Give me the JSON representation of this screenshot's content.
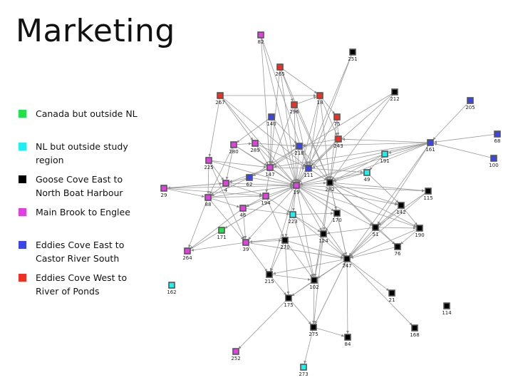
{
  "title": "Marketing",
  "legend": [
    {
      "label": "Canada but outside NL",
      "color": "#22e04a"
    },
    {
      "label": "NL but outside study region",
      "color": "#1ef0f0"
    },
    {
      "label": "Goose Cove East to North Boat Harbour",
      "color": "#000000"
    },
    {
      "label": "Main Brook to Englee",
      "color": "#e040e0"
    },
    {
      "label": "Eddies Cove East to Castor River South",
      "color": "#3a46e8"
    },
    {
      "label": "Eddies Cove West to River of Ponds",
      "color": "#f03020"
    }
  ],
  "network": {
    "nodes": [
      {
        "id": "82",
        "group": 3
      },
      {
        "id": "251",
        "group": 2
      },
      {
        "id": "265",
        "group": 5
      },
      {
        "id": "212",
        "group": 2
      },
      {
        "id": "267",
        "group": 5
      },
      {
        "id": "296",
        "group": 5
      },
      {
        "id": "18",
        "group": 5
      },
      {
        "id": "205",
        "group": 4
      },
      {
        "id": "140",
        "group": 4
      },
      {
        "id": "75",
        "group": 5
      },
      {
        "id": "68",
        "group": 4
      },
      {
        "id": "243",
        "group": 5
      },
      {
        "id": "280",
        "group": 3
      },
      {
        "id": "289",
        "group": 3
      },
      {
        "id": "218",
        "group": 4
      },
      {
        "id": "161",
        "group": 4
      },
      {
        "id": "191",
        "group": 1
      },
      {
        "id": "100",
        "group": 4
      },
      {
        "id": "225",
        "group": 3
      },
      {
        "id": "147",
        "group": 3
      },
      {
        "id": "111",
        "group": 4
      },
      {
        "id": "49",
        "group": 1
      },
      {
        "id": "62",
        "group": 4
      },
      {
        "id": "4",
        "group": 3
      },
      {
        "id": "19",
        "group": 3
      },
      {
        "id": "282",
        "group": 2
      },
      {
        "id": "29",
        "group": 3
      },
      {
        "id": "88",
        "group": 3
      },
      {
        "id": "194",
        "group": 3
      },
      {
        "id": "115",
        "group": 2
      },
      {
        "id": "46",
        "group": 3
      },
      {
        "id": "142",
        "group": 2
      },
      {
        "id": "223",
        "group": 1
      },
      {
        "id": "170",
        "group": 2
      },
      {
        "id": "171",
        "group": 0
      },
      {
        "id": "51",
        "group": 2
      },
      {
        "id": "190",
        "group": 2
      },
      {
        "id": "124",
        "group": 2
      },
      {
        "id": "39",
        "group": 3
      },
      {
        "id": "270",
        "group": 2
      },
      {
        "id": "264",
        "group": 3
      },
      {
        "id": "76",
        "group": 2
      },
      {
        "id": "247",
        "group": 2
      },
      {
        "id": "215",
        "group": 2
      },
      {
        "id": "102",
        "group": 2
      },
      {
        "id": "162",
        "group": 1
      },
      {
        "id": "175",
        "group": 2
      },
      {
        "id": "21",
        "group": 2
      },
      {
        "id": "114",
        "group": 2
      },
      {
        "id": "275",
        "group": 2
      },
      {
        "id": "168",
        "group": 2
      },
      {
        "id": "84",
        "group": 2
      },
      {
        "id": "252",
        "group": 3
      },
      {
        "id": "273",
        "group": 1
      }
    ],
    "edges": [
      [
        "82",
        "19"
      ],
      [
        "82",
        "147"
      ],
      [
        "82",
        "111"
      ],
      [
        "251",
        "111"
      ],
      [
        "251",
        "19"
      ],
      [
        "265",
        "296"
      ],
      [
        "265",
        "18"
      ],
      [
        "265",
        "147"
      ],
      [
        "265",
        "19"
      ],
      [
        "265",
        "282"
      ],
      [
        "267",
        "225"
      ],
      [
        "267",
        "19"
      ],
      [
        "267",
        "111"
      ],
      [
        "267",
        "18"
      ],
      [
        "267",
        "289"
      ],
      [
        "296",
        "18"
      ],
      [
        "296",
        "19"
      ],
      [
        "296",
        "282"
      ],
      [
        "296",
        "111"
      ],
      [
        "296",
        "147"
      ],
      [
        "18",
        "19"
      ],
      [
        "18",
        "75"
      ],
      [
        "18",
        "243"
      ],
      [
        "18",
        "111"
      ],
      [
        "18",
        "282"
      ],
      [
        "140",
        "218"
      ],
      [
        "140",
        "19"
      ],
      [
        "140",
        "147"
      ],
      [
        "140",
        "280"
      ],
      [
        "75",
        "243"
      ],
      [
        "75",
        "19"
      ],
      [
        "75",
        "282"
      ],
      [
        "212",
        "282"
      ],
      [
        "212",
        "111"
      ],
      [
        "212",
        "147"
      ],
      [
        "205",
        "161"
      ],
      [
        "68",
        "161"
      ],
      [
        "100",
        "161"
      ],
      [
        "161",
        "19"
      ],
      [
        "161",
        "282"
      ],
      [
        "161",
        "111"
      ],
      [
        "161",
        "191"
      ],
      [
        "161",
        "247"
      ],
      [
        "161",
        "51"
      ],
      [
        "161",
        "243"
      ],
      [
        "161",
        "218"
      ],
      [
        "161",
        "147"
      ],
      [
        "243",
        "19"
      ],
      [
        "243",
        "111"
      ],
      [
        "243",
        "282"
      ],
      [
        "243",
        "218"
      ],
      [
        "280",
        "19"
      ],
      [
        "280",
        "147"
      ],
      [
        "280",
        "4"
      ],
      [
        "280",
        "88"
      ],
      [
        "280",
        "289"
      ],
      [
        "289",
        "19"
      ],
      [
        "289",
        "147"
      ],
      [
        "289",
        "218"
      ],
      [
        "289",
        "111"
      ],
      [
        "218",
        "19"
      ],
      [
        "218",
        "282"
      ],
      [
        "218",
        "147"
      ],
      [
        "218",
        "111"
      ],
      [
        "218",
        "62"
      ],
      [
        "191",
        "19"
      ],
      [
        "191",
        "282"
      ],
      [
        "191",
        "49"
      ],
      [
        "225",
        "19"
      ],
      [
        "225",
        "4"
      ],
      [
        "225",
        "88"
      ],
      [
        "225",
        "147"
      ],
      [
        "225",
        "39"
      ],
      [
        "147",
        "19"
      ],
      [
        "147",
        "62"
      ],
      [
        "147",
        "4"
      ],
      [
        "147",
        "194"
      ],
      [
        "147",
        "88"
      ],
      [
        "147",
        "111"
      ],
      [
        "111",
        "19"
      ],
      [
        "111",
        "282"
      ],
      [
        "111",
        "49"
      ],
      [
        "49",
        "19"
      ],
      [
        "49",
        "282"
      ],
      [
        "49",
        "142"
      ],
      [
        "62",
        "4"
      ],
      [
        "62",
        "19"
      ],
      [
        "62",
        "88"
      ],
      [
        "4",
        "19"
      ],
      [
        "4",
        "88"
      ],
      [
        "4",
        "29"
      ],
      [
        "4",
        "194"
      ],
      [
        "29",
        "19"
      ],
      [
        "29",
        "88"
      ],
      [
        "29",
        "194"
      ],
      [
        "29",
        "4"
      ],
      [
        "88",
        "19"
      ],
      [
        "88",
        "264"
      ],
      [
        "88",
        "46"
      ],
      [
        "88",
        "39"
      ],
      [
        "88",
        "194"
      ],
      [
        "194",
        "19"
      ],
      [
        "194",
        "46"
      ],
      [
        "194",
        "270"
      ],
      [
        "194",
        "223"
      ],
      [
        "19",
        "282"
      ],
      [
        "19",
        "223"
      ],
      [
        "19",
        "170"
      ],
      [
        "19",
        "124"
      ],
      [
        "19",
        "51"
      ],
      [
        "19",
        "142"
      ],
      [
        "19",
        "115"
      ],
      [
        "19",
        "247"
      ],
      [
        "19",
        "190"
      ],
      [
        "19",
        "270"
      ],
      [
        "19",
        "215"
      ],
      [
        "19",
        "102"
      ],
      [
        "19",
        "46"
      ],
      [
        "19",
        "39"
      ],
      [
        "19",
        "171"
      ],
      [
        "282",
        "247"
      ],
      [
        "282",
        "142"
      ],
      [
        "282",
        "115"
      ],
      [
        "282",
        "51"
      ],
      [
        "282",
        "124"
      ],
      [
        "282",
        "190"
      ],
      [
        "282",
        "170"
      ],
      [
        "282",
        "102"
      ],
      [
        "282",
        "76"
      ],
      [
        "115",
        "247"
      ],
      [
        "115",
        "51"
      ],
      [
        "142",
        "190"
      ],
      [
        "142",
        "51"
      ],
      [
        "142",
        "247"
      ],
      [
        "223",
        "124"
      ],
      [
        "223",
        "247"
      ],
      [
        "223",
        "102"
      ],
      [
        "223",
        "170"
      ],
      [
        "170",
        "247"
      ],
      [
        "170",
        "124"
      ],
      [
        "46",
        "39"
      ],
      [
        "46",
        "264"
      ],
      [
        "46",
        "223"
      ],
      [
        "51",
        "190"
      ],
      [
        "51",
        "247"
      ],
      [
        "51",
        "124"
      ],
      [
        "51",
        "76"
      ],
      [
        "190",
        "247"
      ],
      [
        "190",
        "76"
      ],
      [
        "124",
        "247"
      ],
      [
        "124",
        "102"
      ],
      [
        "124",
        "39"
      ],
      [
        "124",
        "275"
      ],
      [
        "39",
        "270"
      ],
      [
        "39",
        "215"
      ],
      [
        "39",
        "247"
      ],
      [
        "39",
        "264"
      ],
      [
        "270",
        "215"
      ],
      [
        "270",
        "175"
      ],
      [
        "270",
        "247"
      ],
      [
        "270",
        "102"
      ],
      [
        "264",
        "19"
      ],
      [
        "76",
        "247"
      ],
      [
        "247",
        "102"
      ],
      [
        "247",
        "215"
      ],
      [
        "247",
        "21"
      ],
      [
        "247",
        "168"
      ],
      [
        "247",
        "84"
      ],
      [
        "247",
        "275"
      ],
      [
        "247",
        "175"
      ],
      [
        "215",
        "175"
      ],
      [
        "215",
        "102"
      ],
      [
        "102",
        "175"
      ],
      [
        "102",
        "275"
      ],
      [
        "175",
        "275"
      ],
      [
        "175",
        "252"
      ],
      [
        "275",
        "273"
      ],
      [
        "275",
        "84"
      ],
      [
        "275",
        "247"
      ]
    ]
  }
}
